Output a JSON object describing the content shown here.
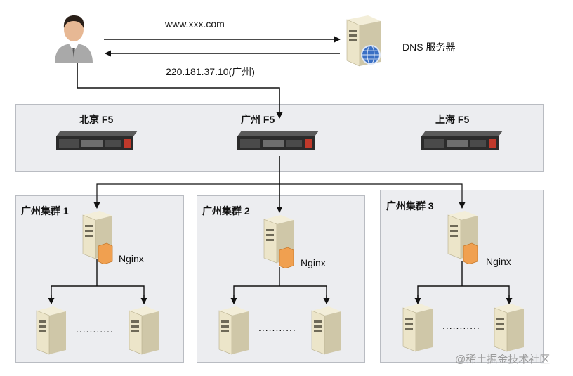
{
  "dns": {
    "request_label": "www.xxx.com",
    "response_label": "220.181.37.10(广州)",
    "server_label": "DNS 服务器"
  },
  "f5": {
    "beijing_label": "北京 F5",
    "guangzhou_label": "广州 F5",
    "shanghai_label": "上海 F5"
  },
  "clusters": [
    {
      "label": "广州集群 1",
      "nginx_label": "Nginx",
      "ellipsis": "..........."
    },
    {
      "label": "广州集群 2",
      "nginx_label": "Nginx",
      "ellipsis": "..........."
    },
    {
      "label": "广州集群 3",
      "nginx_label": "Nginx",
      "ellipsis": "..........."
    }
  ],
  "watermark": "@稀土掘金技术社区",
  "colors": {
    "panel_bg": "#ecedf0",
    "server_body": "#e9e3cc",
    "nginx_badge": "#f0a050",
    "f5_body": "#2b2b2b",
    "f5_accent": "#c0392b",
    "dns_globe": "#3a6fc4"
  }
}
